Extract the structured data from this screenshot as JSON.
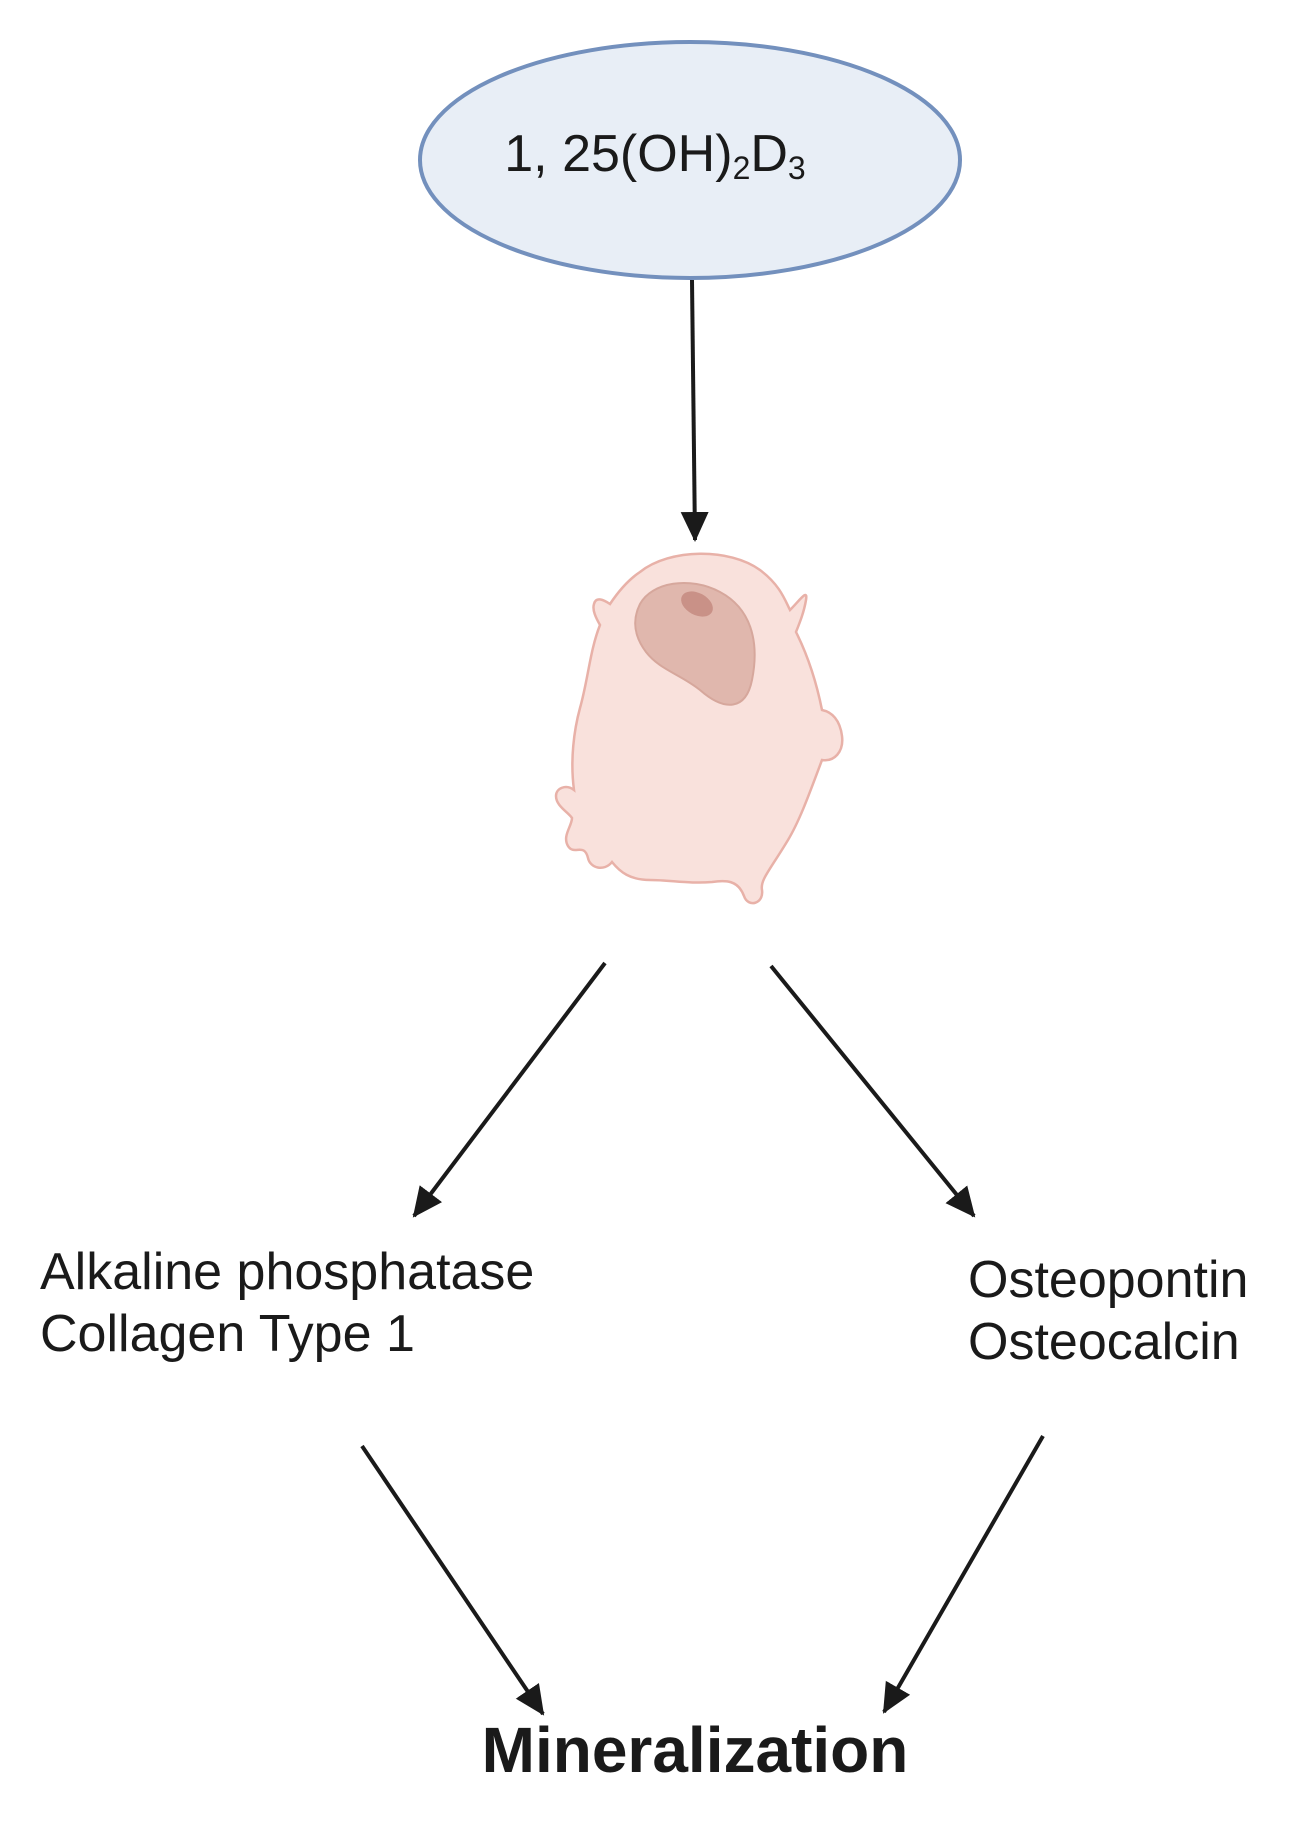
{
  "molecule": {
    "prefix": "1, 25(OH)",
    "sub1": "2",
    "mid": "D",
    "sub2": "3"
  },
  "left_targets": [
    "Alkaline phosphatase",
    "Collagen Type 1"
  ],
  "right_targets": [
    "Osteopontin",
    "Osteocalcin"
  ],
  "outcome": "Mineralization",
  "colors": {
    "ellipse_fill": "#e8eef6",
    "ellipse_stroke": "#7390bd",
    "cell_fill": "#f9e1dc",
    "cell_stroke": "#e8b1a8",
    "nucleus": "#e0b7ad",
    "nucleolus": "#c99187",
    "arrow": "#1a1a1a"
  },
  "icons": {
    "cell": "osteoblast-cell-icon"
  }
}
